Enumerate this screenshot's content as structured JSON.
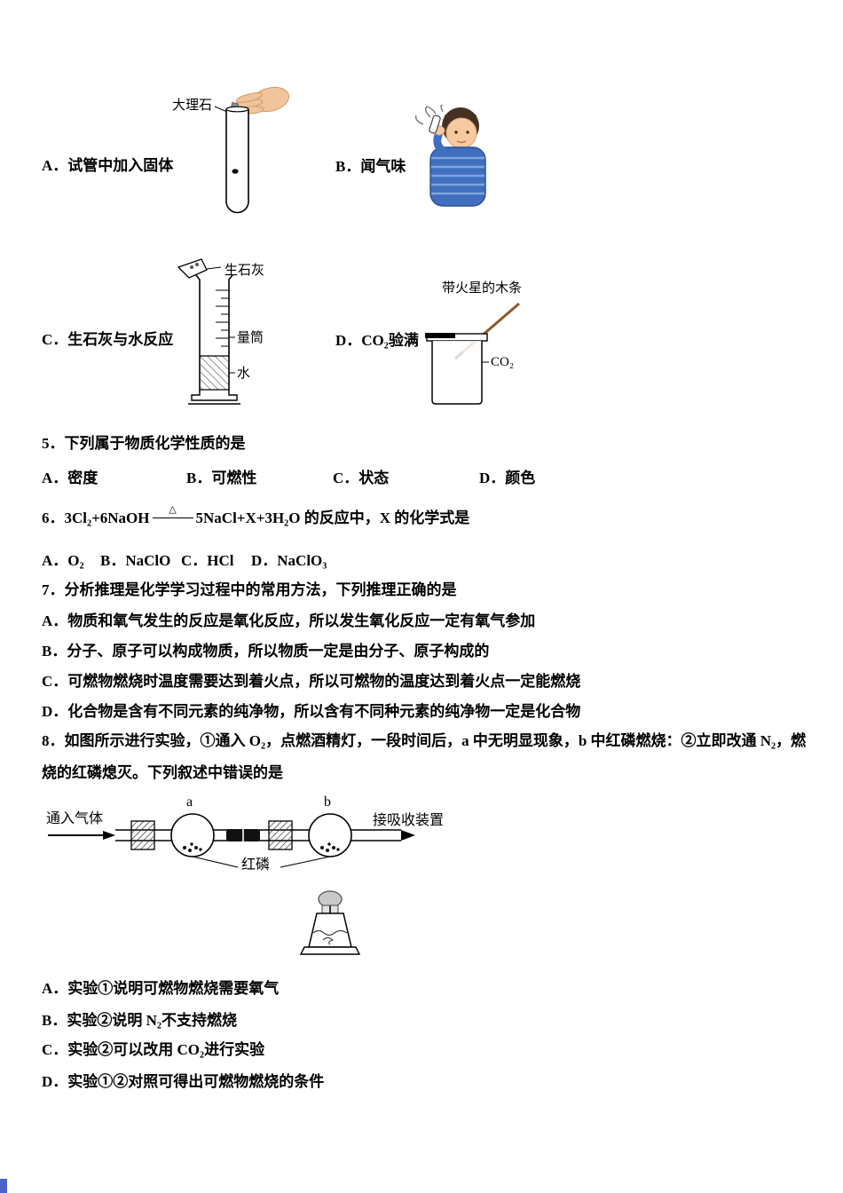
{
  "figures": {
    "label_a": "A．试管中加入固体",
    "label_b": "B．闻气味",
    "label_c": "C．生石灰与水反应",
    "label_d": "D．CO₂验满",
    "marble": "大理石",
    "quicklime": "生石灰",
    "cylinder": "量筒",
    "water": "水",
    "splint": "带火星的木条",
    "co2": "CO₂"
  },
  "q5": {
    "stem": "5．下列属于物质化学性质的是",
    "options": [
      "A．密度",
      "B．可燃性",
      "C．状态",
      "D．颜色"
    ]
  },
  "q6": {
    "stem_left": "6．3Cl₂+6NaOH",
    "condition": "△",
    "stem_right": "5NaCl+X+3H₂O 的反应中，X 的化学式是",
    "options": [
      "A．O₂",
      "B．NaClO",
      "C．HCl",
      "D．NaClO₃"
    ]
  },
  "q7": {
    "stem": "7．分析推理是化学学习过程中的常用方法，下列推理正确的是",
    "options": [
      "A．物质和氧气发生的反应是氧化反应，所以发生氧化反应一定有氧气参加",
      "B．分子、原子可以构成物质，所以物质一定是由分子、原子构成的",
      "C．可燃物燃烧时温度需要达到着火点，所以可燃物的温度达到着火点一定能燃烧",
      "D．化合物是含有不同元素的纯净物，所以含有不同种元素的纯净物一定是化合物"
    ]
  },
  "q8": {
    "stem_line1": "8．如图所示进行实验，①通入 O₂，点燃酒精灯，一段时间后，a 中无明显现象，b 中红磷燃烧：②立即改通 N₂，燃",
    "stem_line2": "烧的红磷熄灭。下列叙述中错误的是",
    "diagram": {
      "gas_in": "通入气体",
      "to_absorber": "接吸收装置",
      "bulb_a": "a",
      "bulb_b": "b",
      "red_phosphorus": "红磷"
    },
    "options": [
      "A．实验①说明可燃物燃烧需要氧气",
      "B．实验②说明 N₂不支持燃烧",
      "C．实验②可以改用 CO₂进行实验",
      "D．实验①②对照可得出可燃物燃烧的条件"
    ]
  }
}
